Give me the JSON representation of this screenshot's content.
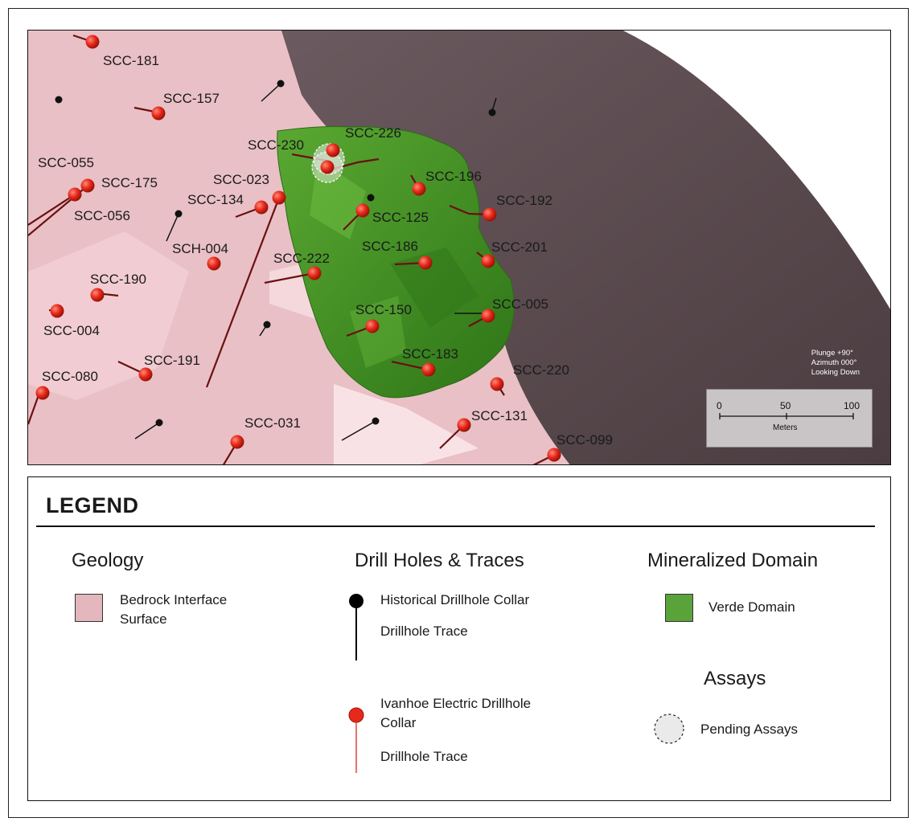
{
  "map": {
    "colors": {
      "bedrock": "#e9c0c6",
      "dark_surface": "#5a4a4f",
      "verde_domain": "#4f9a2a",
      "ivanhoe_collar": "#e8281a",
      "ivanhoe_trace": "#6b1010",
      "historical_collar": "#000000",
      "pending_assays": "#eaeaea"
    },
    "view_info": {
      "plunge": "Plunge +90°",
      "azimuth": "Azimuth 000°",
      "looking": "Looking Down"
    },
    "scale_bar": {
      "tick_0": "0",
      "tick_50": "50",
      "tick_100": "100",
      "unit": "Meters"
    },
    "hole_labels": {
      "scc_181": "SCC-181",
      "scc_157": "SCC-157",
      "scc_055": "SCC-055",
      "scc_175": "SCC-175",
      "scc_056": "SCC-056",
      "scc_134": "SCC-134",
      "scc_023": "SCC-023",
      "scc_230": "SCC-230",
      "scc_226": "SCC-226",
      "scc_196": "SCC-196",
      "scc_192": "SCC-192",
      "scc_125": "SCC-125",
      "sch_004": "SCH-004",
      "scc_186": "SCC-186",
      "scc_201": "SCC-201",
      "scc_222": "SCC-222",
      "scc_190": "SCC-190",
      "scc_004": "SCC-004",
      "scc_150": "SCC-150",
      "scc_005": "SCC-005",
      "scc_191": "SCC-191",
      "scc_183": "SCC-183",
      "scc_080": "SCC-080",
      "scc_220": "SCC-220",
      "scc_031": "SCC-031",
      "scc_131": "SCC-131",
      "scc_099": "SCC-099"
    }
  },
  "legend": {
    "title": "LEGEND",
    "geology": {
      "heading": "Geology",
      "bedrock_line1": "Bedrock Interface",
      "bedrock_line2": "Surface"
    },
    "drill_holes": {
      "heading": "Drill Holes & Traces",
      "historical_collar": "Historical Drillhole Collar",
      "historical_trace": "Drillhole Trace",
      "ivanhoe_collar_line1": "Ivanhoe Electric Drillhole",
      "ivanhoe_collar_line2": "Collar",
      "ivanhoe_trace": "Drillhole Trace"
    },
    "mineralized": {
      "heading": "Mineralized Domain",
      "verde": "Verde Domain"
    },
    "assays": {
      "heading": "Assays",
      "pending": "Pending Assays"
    }
  }
}
